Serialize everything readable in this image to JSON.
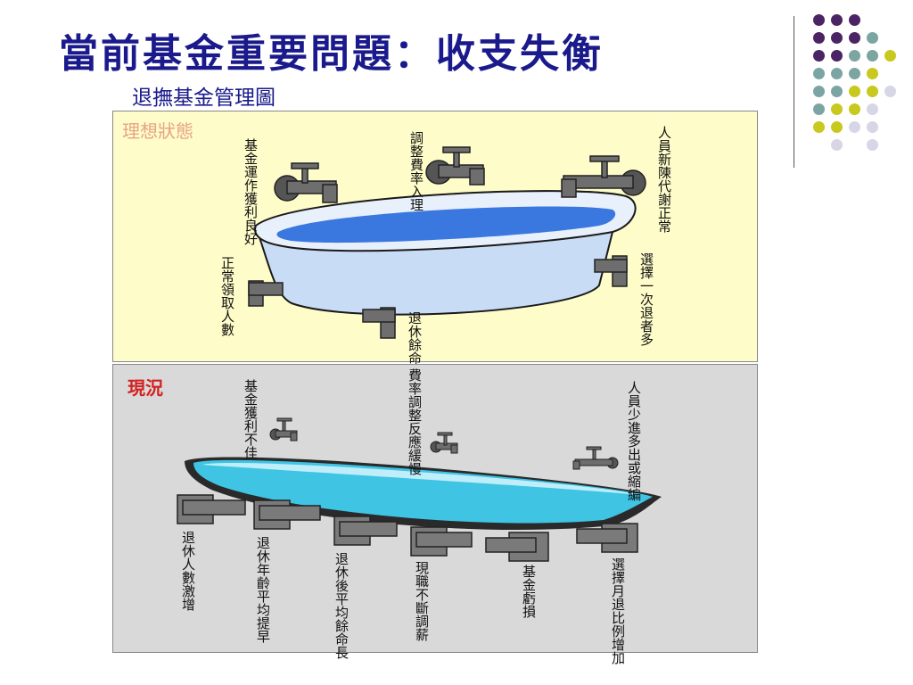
{
  "slide": {
    "title": "當前基金重要問題：收支失衡",
    "subtitle": "退撫基金管理圖"
  },
  "ideal_panel": {
    "label": "理想狀態",
    "faucet_labels": [
      "基金運作獲利良好",
      "調整費率入理",
      "人員新陳代謝正常"
    ],
    "drain_labels": [
      "正常領取人數",
      "退休餘命",
      "選擇一次退者多"
    ]
  },
  "current_panel": {
    "label": "現況",
    "faucet_labels": [
      "基金獲利不佳",
      "費率調整反應緩慢",
      "人員少進多出或縮編"
    ],
    "drain_labels": [
      "退休人數激增",
      "退休年齡平均提早",
      "退休後平均餘命長",
      "現職不斷調薪",
      "基金虧損",
      "選擇月退比例增加"
    ]
  },
  "colors": {
    "title": "#1a1a8c",
    "ideal_bg": "#fefcc9",
    "current_bg": "#d9d9d9",
    "ideal_water": "#3a78e0",
    "current_water": "#3fc4e4",
    "tub_body": "#c9dcf5",
    "dot_purple": "#4b2466",
    "dot_teal": "#7ba5a3",
    "dot_yellow": "#c8c81e",
    "dot_lavender": "#d6d6e6"
  }
}
